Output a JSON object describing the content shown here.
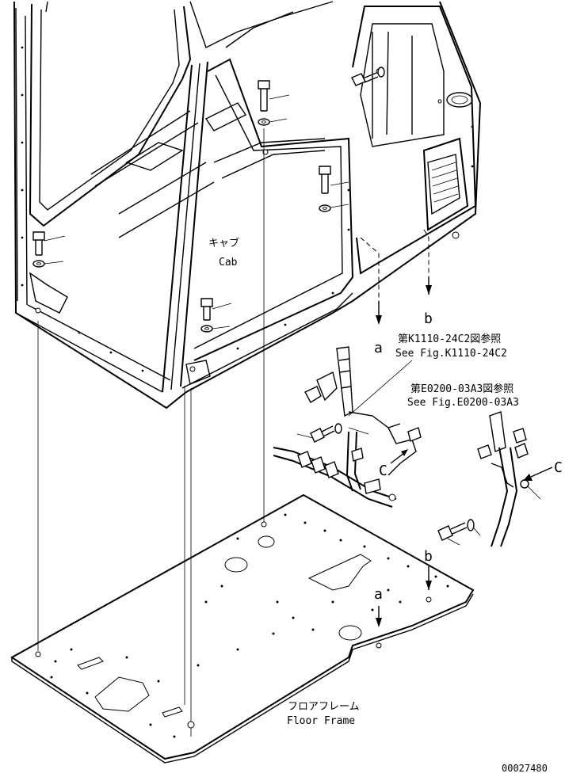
{
  "labels": {
    "cab_jp": "キャブ",
    "cab_en": "Cab",
    "floor_jp": "フロアフレーム",
    "floor_en": "Floor Frame",
    "ref1_jp": "第K1110-24C2図参照",
    "ref1_en": "See Fig.K1110-24C2",
    "ref2_jp": "第E0200-03A3図参照",
    "ref2_en": "See Fig.E0200-03A3",
    "mark_a_upper": "a",
    "mark_b_upper": "b",
    "mark_a_lower": "a",
    "mark_b_lower": "b",
    "mark_c_harness": "C",
    "mark_c_right": "C",
    "drawing_number": "00027480"
  },
  "icons": {
    "bolt": "bolt-icon",
    "washer": "washer-icon",
    "arrow": "arrow-down-icon"
  }
}
